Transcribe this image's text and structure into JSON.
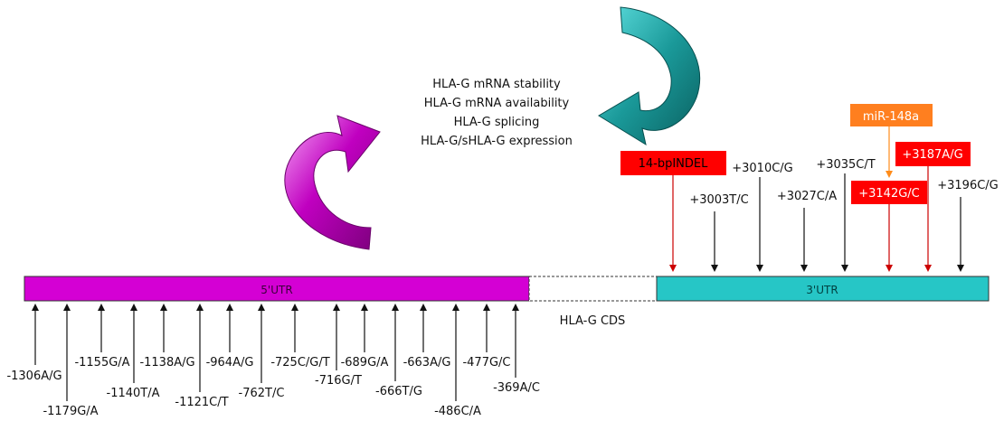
{
  "colors": {
    "utr5": "#d400d4",
    "utr3": "#26c6c6",
    "red_box": "#ff0000",
    "orange_box": "#ff7f1f",
    "black": "#111111",
    "red_arrow": "#cc0000",
    "orange_arrow": "#ff8c1a",
    "purple_arrow": "#b000b0",
    "teal_arrow": "#1aa0a0"
  },
  "gene": {
    "utr5_label": "5'UTR",
    "utr3_label": "3'UTR",
    "cds_label": "HLA-G CDS"
  },
  "effects": [
    "HLA-G mRNA stability",
    "HLA-G mRNA availability",
    "HLA-G splicing",
    "HLA-G/sHLA-G expression"
  ],
  "mirna": "miR-148a",
  "promoter_snps": [
    "-1306A/G",
    "-1179G/A",
    "-1155G/A",
    "-1140T/A",
    "-1138A/G",
    "-1121C/T",
    "-964A/G",
    "-762T/C",
    "-725C/G/T",
    "-716G/T",
    "-689G/A",
    "-666T/G",
    "-663A/G",
    "-486C/A",
    "-477G/C",
    "-369A/C"
  ],
  "utr3_snps": [
    {
      "label": "14-bpINDEL",
      "boxed": true
    },
    {
      "label": "+3003T/C",
      "boxed": false
    },
    {
      "label": "+3010C/G",
      "boxed": false
    },
    {
      "label": "+3027C/A",
      "boxed": false
    },
    {
      "label": "+3035C/T",
      "boxed": false
    },
    {
      "label": "+3142G/C",
      "boxed": true
    },
    {
      "label": "+3187A/G",
      "boxed": true
    },
    {
      "label": "+3196C/G",
      "boxed": false
    }
  ]
}
